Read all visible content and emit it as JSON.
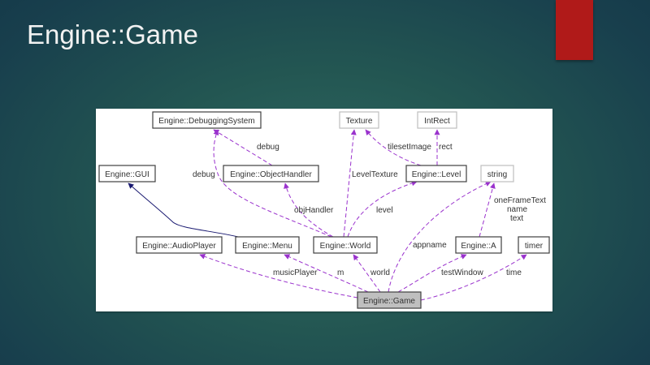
{
  "slide": {
    "title": "Engine::Game",
    "accent_color": "#b01a19"
  },
  "diagram": {
    "type": "collaboration-graph",
    "colors": {
      "usage_edge": "#9a32cd",
      "inheritance_edge": "#191970",
      "focus_fill": "#bfbfbf"
    },
    "nodes": {
      "debuggingsystem": {
        "label": "Engine::DebuggingSystem",
        "kind": "class"
      },
      "texture": {
        "label": "Texture",
        "kind": "external"
      },
      "intrect": {
        "label": "IntRect",
        "kind": "external"
      },
      "gui": {
        "label": "Engine::GUI",
        "kind": "class"
      },
      "objecthandler": {
        "label": "Engine::ObjectHandler",
        "kind": "class"
      },
      "level": {
        "label": "Engine::Level",
        "kind": "class"
      },
      "string": {
        "label": "string",
        "kind": "external"
      },
      "audioplayer": {
        "label": "Engine::AudioPlayer",
        "kind": "class"
      },
      "menu": {
        "label": "Engine::Menu",
        "kind": "class"
      },
      "world": {
        "label": "Engine::World",
        "kind": "class"
      },
      "a": {
        "label": "Engine::A",
        "kind": "class"
      },
      "timer": {
        "label": "timer",
        "kind": "external"
      },
      "game": {
        "label": "Engine::Game",
        "kind": "focus"
      }
    },
    "edges": [
      {
        "from": "objecthandler",
        "to": "debuggingsystem",
        "label": "debug",
        "type": "usage"
      },
      {
        "from": "world",
        "to": "debuggingsystem",
        "label": "debug",
        "type": "usage"
      },
      {
        "from": "level",
        "to": "texture",
        "label": "tilesetImage",
        "type": "usage"
      },
      {
        "from": "level",
        "to": "intrect",
        "label": "rect",
        "type": "usage"
      },
      {
        "from": "world",
        "to": "texture",
        "label": "LevelTexture",
        "type": "usage"
      },
      {
        "from": "world",
        "to": "objecthandler",
        "label": "objHandler",
        "type": "usage"
      },
      {
        "from": "world",
        "to": "level",
        "label": "level",
        "type": "usage"
      },
      {
        "from": "menu",
        "to": "gui",
        "label": "",
        "type": "inheritance"
      },
      {
        "from": "a",
        "to": "string",
        "label": "oneFrameText\nname\ntext",
        "type": "usage"
      },
      {
        "from": "game",
        "to": "string",
        "label": "appname",
        "type": "usage"
      },
      {
        "from": "game",
        "to": "audioplayer",
        "label": "musicPlayer",
        "type": "usage"
      },
      {
        "from": "game",
        "to": "menu",
        "label": "m",
        "type": "usage"
      },
      {
        "from": "game",
        "to": "world",
        "label": "world",
        "type": "usage"
      },
      {
        "from": "game",
        "to": "a",
        "label": "testWindow",
        "type": "usage"
      },
      {
        "from": "game",
        "to": "timer",
        "label": "time",
        "type": "usage"
      }
    ],
    "edge_labels": {
      "debug_oh": "debug",
      "debug_world": "debug",
      "tileset": "tilesetImage",
      "rect": "rect",
      "leveltexture": "LevelTexture",
      "objhandler": "objHandler",
      "level": "level",
      "a_line1": "oneFrameText",
      "a_line2": "name",
      "a_line3": "text",
      "appname": "appname",
      "musicplayer": "musicPlayer",
      "m": "m",
      "world": "world",
      "testwindow": "testWindow",
      "time": "time"
    }
  }
}
